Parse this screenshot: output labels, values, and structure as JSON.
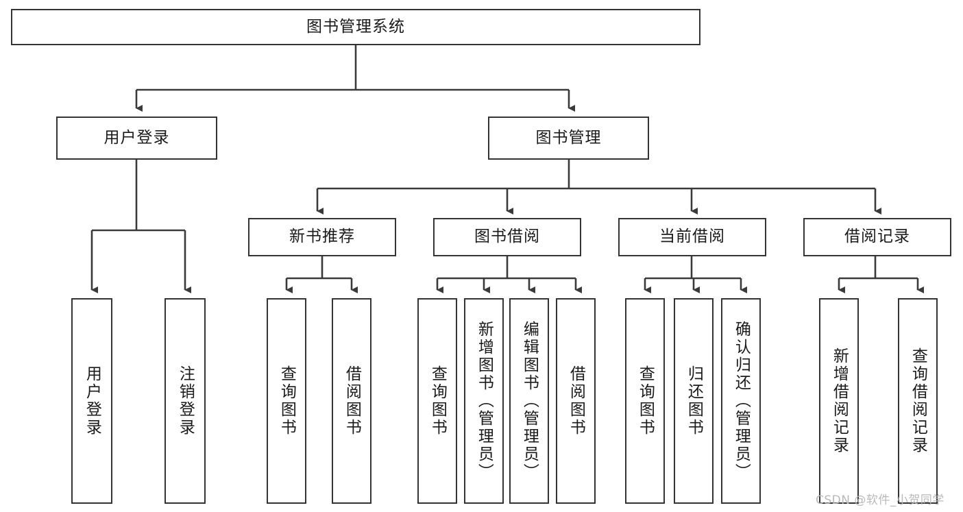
{
  "diagram": {
    "title": "图书管理系统",
    "type": "tree-hierarchy-chart",
    "watermark": "CSDN @软件_小贺同学",
    "colors": {
      "node_border": "#333333",
      "node_fill": "#ffffff",
      "edge": "#3a3a3a",
      "text": "#1a1a1a",
      "watermark": "#b9b9b9",
      "background": "#ffffff"
    }
  },
  "root": {
    "label": "图书管理系统"
  },
  "level2": [
    {
      "label": "用户登录"
    },
    {
      "label": "图书管理"
    }
  ],
  "level3": [
    {
      "label": "新书推荐"
    },
    {
      "label": "图书借阅"
    },
    {
      "label": "当前借阅"
    },
    {
      "label": "借阅记录"
    }
  ],
  "leaves": {
    "user_login": [
      {
        "label": "用户登录"
      },
      {
        "label": "注销登录"
      }
    ],
    "new_book_recommend": [
      {
        "label": "查询图书"
      },
      {
        "label": "借阅图书"
      }
    ],
    "book_borrow": [
      {
        "label": "查询图书"
      },
      {
        "label": "新增图书（管理员）"
      },
      {
        "label": "编辑图书（管理员）"
      },
      {
        "label": "借阅图书"
      }
    ],
    "current_borrow": [
      {
        "label": "查询图书"
      },
      {
        "label": "归还图书"
      },
      {
        "label": "确认归还（管理员）"
      }
    ],
    "borrow_record": [
      {
        "label": "新增借阅记录"
      },
      {
        "label": "查询借阅记录"
      }
    ]
  }
}
